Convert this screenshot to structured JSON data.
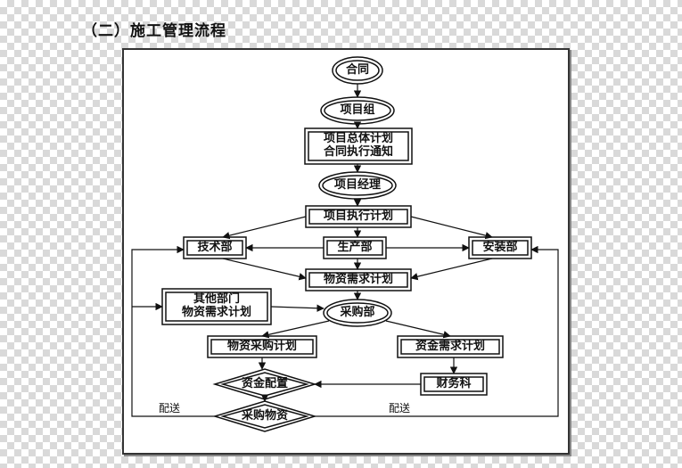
{
  "title": "（二）施工管理流程",
  "nodes": {
    "contract": "合同",
    "project_team": "项目组",
    "overall_plan_line1": "项目总体计划",
    "overall_plan_line2": "合同执行通知",
    "project_manager": "项目经理",
    "execution_plan": "项目执行计划",
    "tech_dept": "技术部",
    "production_dept": "生产部",
    "install_dept": "安装部",
    "material_demand_plan": "物资需求计划",
    "other_dept_line1": "其他部门",
    "other_dept_line2": "物资需求计划",
    "purchasing_dept": "采购部",
    "material_purchase_plan": "物资采购计划",
    "fund_demand_plan": "资金需求计划",
    "finance_dept": "财务科",
    "fund_allocation": "资金配置",
    "purchase_materials": "采购物资"
  },
  "edge_labels": {
    "deliver_left": "配送",
    "deliver_right": "配送"
  },
  "colors": {
    "line": "#111111",
    "frame": "#333333"
  }
}
